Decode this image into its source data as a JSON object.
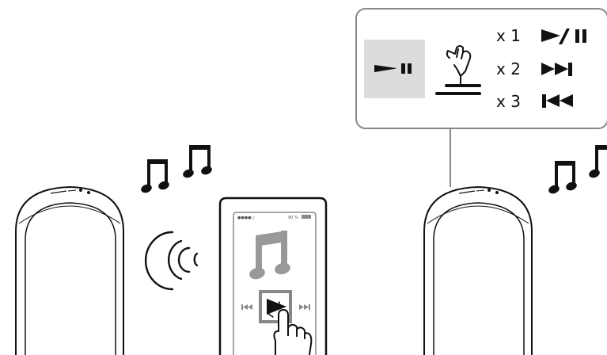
{
  "callout": {
    "button_icon": "play-pause-icon",
    "gesture_icon": "finger-tap-icon",
    "rows": [
      {
        "count": "x 1",
        "action_icon": "play-pause-icon"
      },
      {
        "count": "x 2",
        "action_icon": "skip-forward-icon"
      },
      {
        "count": "x 3",
        "action_icon": "skip-back-icon"
      }
    ]
  },
  "phone": {
    "status_left": "●●●●○",
    "status_right": "90 %",
    "content_icon": "music-note-icon",
    "controls": [
      "previous-icon",
      "play-icon",
      "next-icon"
    ],
    "gesture_icon": "tapping-hand-icon"
  },
  "colors": {
    "line": "#111111",
    "gray_button": "#dcdcdc",
    "phone_gray": "#999999",
    "connector": "#888888"
  }
}
